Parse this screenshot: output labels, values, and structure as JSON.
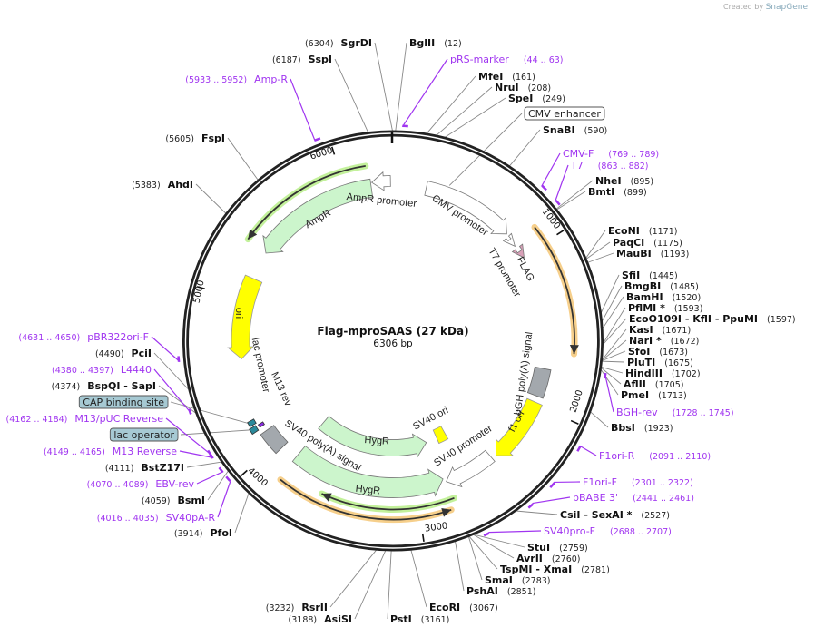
{
  "watermark": {
    "prefix": "Created by",
    "brand": "SnapGene"
  },
  "plasmid": {
    "name": "Flag-mproSAAS (27 kDa)",
    "length": "6306 bp"
  },
  "colors": {
    "primer": "#a035f0",
    "orf": "#f5c777",
    "feature_green": "#ccf5cc",
    "yellow": "#ffff00",
    "gray_box": "#a3a8ad",
    "flag": "#d9a0b8",
    "label_box": "#a6c9d3"
  },
  "ticks": [
    "1000",
    "2000",
    "3000",
    "4000",
    "5000",
    "6000"
  ],
  "features": {
    "ampr_promoter": "AmpR promoter",
    "ampr": "AmpR",
    "cmv_promoter": "CMV promoter",
    "t7_promoter": "T7 promoter",
    "flag": "FLAG",
    "bgh": "bGH poly(A) signal",
    "f1_ori": "f1 ori",
    "sv40_promoter": "SV40 promoter",
    "sv40_ori": "SV40 ori",
    "hygr_inner": "HygR",
    "hygr": "HygR",
    "sv40_polya": "SV40 poly(A) signal",
    "m13_rev": "M13 rev",
    "lac_promoter": "lac promoter",
    "ori": "ori"
  },
  "sites": [
    {
      "type": "enzyme",
      "name": "SgrDI",
      "pos": "(6304)"
    },
    {
      "type": "enzyme",
      "name": "BglII",
      "pos": "(12)"
    },
    {
      "type": "enzyme",
      "name": "SspI",
      "pos": "(6187)"
    },
    {
      "type": "primer",
      "name": "pRS-marker",
      "pos": "(44 .. 63)"
    },
    {
      "type": "primer",
      "name": "Amp-R",
      "pos": "(5933 .. 5952)"
    },
    {
      "type": "enzyme",
      "name": "MfeI",
      "pos": "(161)"
    },
    {
      "type": "enzyme",
      "name": "NruI",
      "pos": "(208)"
    },
    {
      "type": "enzyme",
      "name": "SpeI",
      "pos": "(249)"
    },
    {
      "type": "feature",
      "name": "CMV enhancer"
    },
    {
      "type": "enzyme",
      "name": "SnaBI",
      "pos": "(590)"
    },
    {
      "type": "enzyme",
      "name": "FspI",
      "pos": "(5605)"
    },
    {
      "type": "primer",
      "name": "CMV-F",
      "pos": "(769 .. 789)"
    },
    {
      "type": "primer",
      "name": "T7",
      "pos": "(863 .. 882)"
    },
    {
      "type": "enzyme",
      "name": "NheI",
      "pos": "(895)"
    },
    {
      "type": "enzyme",
      "name": "BmtI",
      "pos": "(899)"
    },
    {
      "type": "enzyme",
      "name": "AhdI",
      "pos": "(5383)"
    },
    {
      "type": "enzyme",
      "name": "EcoNI",
      "pos": "(1171)"
    },
    {
      "type": "enzyme",
      "name": "PaqCI",
      "pos": "(1175)"
    },
    {
      "type": "enzyme",
      "name": "MauBI",
      "pos": "(1193)"
    },
    {
      "type": "enzyme",
      "name": "SfiI",
      "pos": "(1445)"
    },
    {
      "type": "enzyme",
      "name": "BmgBI",
      "pos": "(1485)"
    },
    {
      "type": "enzyme",
      "name": "BamHI",
      "pos": "(1520)"
    },
    {
      "type": "enzyme",
      "name": "PflMI *",
      "pos": "(1593)"
    },
    {
      "type": "enzyme",
      "name": "EcoO109I  - KflI  - PpuMI",
      "pos": "(1597)"
    },
    {
      "type": "enzyme",
      "name": "KasI",
      "pos": "(1671)"
    },
    {
      "type": "enzyme",
      "name": "NarI *",
      "pos": "(1672)"
    },
    {
      "type": "enzyme",
      "name": "SfoI",
      "pos": "(1673)"
    },
    {
      "type": "enzyme",
      "name": "PluTI",
      "pos": "(1675)"
    },
    {
      "type": "enzyme",
      "name": "HindIII",
      "pos": "(1702)"
    },
    {
      "type": "enzyme",
      "name": "AflII",
      "pos": "(1705)"
    },
    {
      "type": "enzyme",
      "name": "PmeI",
      "pos": "(1713)"
    },
    {
      "type": "primer",
      "name": "BGH-rev",
      "pos": "(1728 .. 1745)"
    },
    {
      "type": "enzyme",
      "name": "BbsI",
      "pos": "(1923)"
    },
    {
      "type": "primer",
      "name": "F1ori-R",
      "pos": "(2091 .. 2110)"
    },
    {
      "type": "primer",
      "name": "F1ori-F",
      "pos": "(2301 .. 2322)"
    },
    {
      "type": "primer",
      "name": "pBABE 3'",
      "pos": "(2441 .. 2461)"
    },
    {
      "type": "enzyme",
      "name": "CsiI  - SexAI *",
      "pos": "(2527)"
    },
    {
      "type": "primer",
      "name": "SV40pro-F",
      "pos": "(2688 .. 2707)"
    },
    {
      "type": "enzyme",
      "name": "StuI",
      "pos": "(2759)"
    },
    {
      "type": "enzyme",
      "name": "AvrII",
      "pos": "(2760)"
    },
    {
      "type": "enzyme",
      "name": "TspMI  - XmaI",
      "pos": "(2781)"
    },
    {
      "type": "enzyme",
      "name": "SmaI",
      "pos": "(2783)"
    },
    {
      "type": "enzyme",
      "name": "PshAI",
      "pos": "(2851)"
    },
    {
      "type": "enzyme",
      "name": "EcoRI",
      "pos": "(3067)"
    },
    {
      "type": "enzyme",
      "name": "PstI",
      "pos": "(3161)"
    },
    {
      "type": "enzyme",
      "name": "AsiSI",
      "pos": "(3188)"
    },
    {
      "type": "enzyme",
      "name": "RsrII",
      "pos": "(3232)"
    },
    {
      "type": "enzyme",
      "name": "PfoI",
      "pos": "(3914)"
    },
    {
      "type": "primer",
      "name": "SV40pA-R",
      "pos": "(4016 .. 4035)"
    },
    {
      "type": "enzyme",
      "name": "BsmI",
      "pos": "(4059)"
    },
    {
      "type": "primer",
      "name": "EBV-rev",
      "pos": "(4070 .. 4089)"
    },
    {
      "type": "enzyme",
      "name": "BstZ17I",
      "pos": "(4111)"
    },
    {
      "type": "primer",
      "name": "M13 Reverse",
      "pos": "(4149 .. 4165)"
    },
    {
      "type": "feature",
      "name": "lac operator"
    },
    {
      "type": "primer",
      "name": "M13/pUC Reverse",
      "pos": "(4162 .. 4184)"
    },
    {
      "type": "feature",
      "name": "CAP binding site"
    },
    {
      "type": "enzyme",
      "name": "BspQI  - SapI",
      "pos": "(4374)"
    },
    {
      "type": "primer",
      "name": "L4440",
      "pos": "(4380 .. 4397)"
    },
    {
      "type": "enzyme",
      "name": "PciI",
      "pos": "(4490)"
    },
    {
      "type": "primer",
      "name": "pBR322ori-F",
      "pos": "(4631 .. 4650)"
    }
  ]
}
